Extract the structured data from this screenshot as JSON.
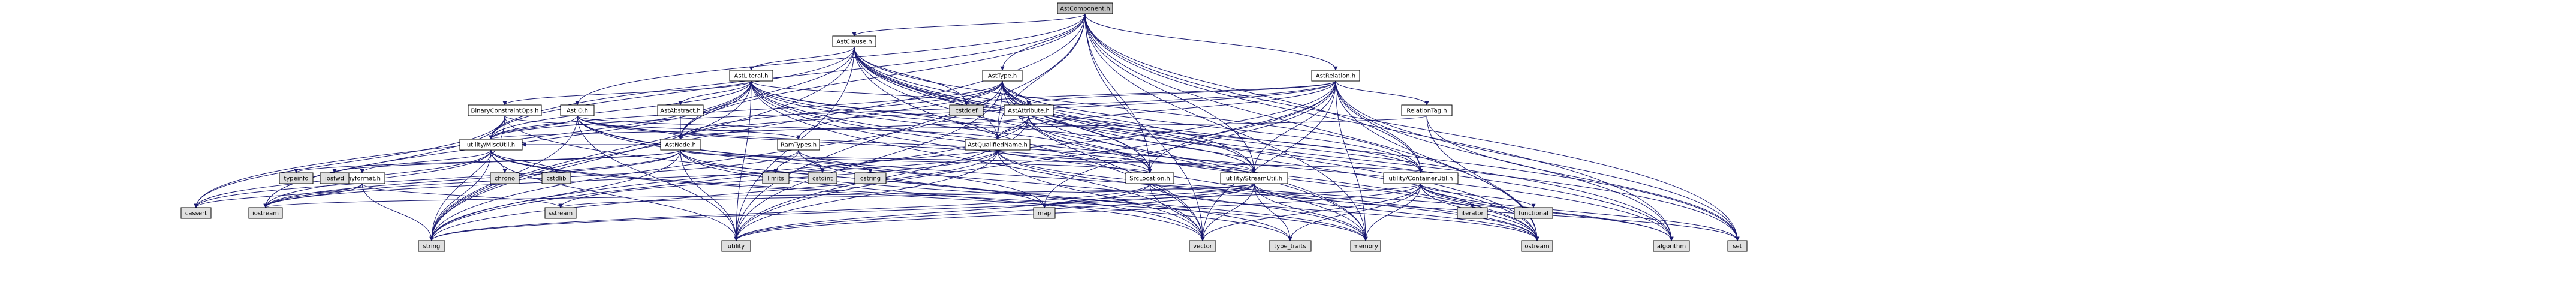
{
  "diagram": {
    "title": "AstComponent.h include dependency graph",
    "colors": {
      "root_fill": "#bfbfbf",
      "node_fill": "#ffffff",
      "gray_node_fill": "#e0e0e0",
      "edge": "#191970"
    },
    "nodes": [
      {
        "id": "AstComponent.h",
        "label": "AstComponent.h",
        "kind": "root"
      },
      {
        "id": "AstClause.h",
        "label": "AstClause.h",
        "kind": "local"
      },
      {
        "id": "AstLiteral.h",
        "label": "AstLiteral.h",
        "kind": "local"
      },
      {
        "id": "AstType.h",
        "label": "AstType.h",
        "kind": "local"
      },
      {
        "id": "AstRelation.h",
        "label": "AstRelation.h",
        "kind": "local"
      },
      {
        "id": "cstddef",
        "label": "cstddef",
        "kind": "system"
      },
      {
        "id": "AstAbstract.h",
        "label": "AstAbstract.h",
        "kind": "local"
      },
      {
        "id": "AstAttribute.h",
        "label": "AstAttribute.h",
        "kind": "local"
      },
      {
        "id": "RelationTag.h",
        "label": "RelationTag.h",
        "kind": "local"
      },
      {
        "id": "BinaryConstraintOps.h",
        "label": "BinaryConstraintOps.h",
        "kind": "local"
      },
      {
        "id": "AstIO.h",
        "label": "AstIO.h",
        "kind": "local"
      },
      {
        "id": "RamTypes.h",
        "label": "RamTypes.h",
        "kind": "local"
      },
      {
        "id": "AstQualifiedName.h",
        "label": "AstQualifiedName.h",
        "kind": "local"
      },
      {
        "id": "AstNode.h",
        "label": "AstNode.h",
        "kind": "local"
      },
      {
        "id": "utility/MiscUtil.h",
        "label": "utility/MiscUtil.h",
        "kind": "local"
      },
      {
        "id": "tinyformat.h",
        "label": "tinyformat.h",
        "kind": "local"
      },
      {
        "id": "SrcLocation.h",
        "label": "SrcLocation.h",
        "kind": "local"
      },
      {
        "id": "utility/StreamUtil.h",
        "label": "utility/StreamUtil.h",
        "kind": "local"
      },
      {
        "id": "utility/ContainerUtil.h",
        "label": "utility/ContainerUtil.h",
        "kind": "local"
      },
      {
        "id": "typeinfo",
        "label": "typeinfo",
        "kind": "system"
      },
      {
        "id": "iosfwd",
        "label": "iosfwd",
        "kind": "system"
      },
      {
        "id": "chrono",
        "label": "chrono",
        "kind": "system"
      },
      {
        "id": "cstdlib",
        "label": "cstdlib",
        "kind": "system"
      },
      {
        "id": "limits",
        "label": "limits",
        "kind": "system"
      },
      {
        "id": "cstdint",
        "label": "cstdint",
        "kind": "system"
      },
      {
        "id": "cstring",
        "label": "cstring",
        "kind": "system"
      },
      {
        "id": "cassert",
        "label": "cassert",
        "kind": "system"
      },
      {
        "id": "iostream",
        "label": "iostream",
        "kind": "system"
      },
      {
        "id": "string",
        "label": "string",
        "kind": "system"
      },
      {
        "id": "sstream",
        "label": "sstream",
        "kind": "system"
      },
      {
        "id": "utility",
        "label": "utility",
        "kind": "system"
      },
      {
        "id": "map",
        "label": "map",
        "kind": "system"
      },
      {
        "id": "vector",
        "label": "vector",
        "kind": "system"
      },
      {
        "id": "type_traits",
        "label": "type_traits",
        "kind": "system"
      },
      {
        "id": "memory",
        "label": "memory",
        "kind": "system"
      },
      {
        "id": "iterator",
        "label": "iterator",
        "kind": "system"
      },
      {
        "id": "functional",
        "label": "functional",
        "kind": "system"
      },
      {
        "id": "ostream",
        "label": "ostream",
        "kind": "system"
      },
      {
        "id": "algorithm",
        "label": "algorithm",
        "kind": "system"
      },
      {
        "id": "set",
        "label": "set",
        "kind": "system"
      }
    ],
    "edges": [
      [
        "AstComponent.h",
        "AstClause.h"
      ],
      [
        "AstComponent.h",
        "AstType.h"
      ],
      [
        "AstComponent.h",
        "AstRelation.h"
      ],
      [
        "AstComponent.h",
        "AstIO.h"
      ],
      [
        "AstComponent.h",
        "AstQualifiedName.h"
      ],
      [
        "AstComponent.h",
        "AstNode.h"
      ],
      [
        "AstComponent.h",
        "utility/MiscUtil.h"
      ],
      [
        "AstComponent.h",
        "SrcLocation.h"
      ],
      [
        "AstComponent.h",
        "utility/StreamUtil.h"
      ],
      [
        "AstComponent.h",
        "utility/ContainerUtil.h"
      ],
      [
        "AstComponent.h",
        "string"
      ],
      [
        "AstComponent.h",
        "utility"
      ],
      [
        "AstComponent.h",
        "vector"
      ],
      [
        "AstComponent.h",
        "memory"
      ],
      [
        "AstComponent.h",
        "ostream"
      ],
      [
        "AstComponent.h",
        "algorithm"
      ],
      [
        "AstComponent.h",
        "set"
      ],
      [
        "AstClause.h",
        "AstLiteral.h"
      ],
      [
        "AstClause.h",
        "AstNode.h"
      ],
      [
        "AstClause.h",
        "AstQualifiedName.h"
      ],
      [
        "AstClause.h",
        "SrcLocation.h"
      ],
      [
        "AstClause.h",
        "utility/MiscUtil.h"
      ],
      [
        "AstClause.h",
        "utility/StreamUtil.h"
      ],
      [
        "AstClause.h",
        "utility/ContainerUtil.h"
      ],
      [
        "AstClause.h",
        "string"
      ],
      [
        "AstClause.h",
        "vector"
      ],
      [
        "AstClause.h",
        "memory"
      ],
      [
        "AstClause.h",
        "ostream"
      ],
      [
        "AstClause.h",
        "algorithm"
      ],
      [
        "AstClause.h",
        "set"
      ],
      [
        "AstClause.h",
        "utility"
      ],
      [
        "AstClause.h",
        "cstddef"
      ],
      [
        "AstLiteral.h",
        "AstAbstract.h"
      ],
      [
        "AstLiteral.h",
        "AstNode.h"
      ],
      [
        "AstLiteral.h",
        "AstQualifiedName.h"
      ],
      [
        "AstLiteral.h",
        "BinaryConstraintOps.h"
      ],
      [
        "AstLiteral.h",
        "SrcLocation.h"
      ],
      [
        "AstLiteral.h",
        "utility/MiscUtil.h"
      ],
      [
        "AstLiteral.h",
        "utility/StreamUtil.h"
      ],
      [
        "AstLiteral.h",
        "utility/ContainerUtil.h"
      ],
      [
        "AstLiteral.h",
        "cstddef"
      ],
      [
        "AstLiteral.h",
        "string"
      ],
      [
        "AstLiteral.h",
        "vector"
      ],
      [
        "AstLiteral.h",
        "memory"
      ],
      [
        "AstLiteral.h",
        "utility"
      ],
      [
        "AstLiteral.h",
        "ostream"
      ],
      [
        "AstLiteral.h",
        "iostream"
      ],
      [
        "AstLiteral.h",
        "cassert"
      ],
      [
        "AstLiteral.h",
        "algorithm"
      ],
      [
        "AstType.h",
        "AstAttribute.h"
      ],
      [
        "AstType.h",
        "AstNode.h"
      ],
      [
        "AstType.h",
        "AstQualifiedName.h"
      ],
      [
        "AstType.h",
        "RamTypes.h"
      ],
      [
        "AstType.h",
        "SrcLocation.h"
      ],
      [
        "AstType.h",
        "utility/ContainerUtil.h"
      ],
      [
        "AstType.h",
        "utility/MiscUtil.h"
      ],
      [
        "AstType.h",
        "utility/StreamUtil.h"
      ],
      [
        "AstType.h",
        "cstddef"
      ],
      [
        "AstType.h",
        "string"
      ],
      [
        "AstType.h",
        "vector"
      ],
      [
        "AstType.h",
        "memory"
      ],
      [
        "AstType.h",
        "utility"
      ],
      [
        "AstType.h",
        "ostream"
      ],
      [
        "AstType.h",
        "algorithm"
      ],
      [
        "AstType.h",
        "set"
      ],
      [
        "AstRelation.h",
        "AstAttribute.h"
      ],
      [
        "AstRelation.h",
        "AstNode.h"
      ],
      [
        "AstRelation.h",
        "AstQualifiedName.h"
      ],
      [
        "AstRelation.h",
        "RelationTag.h"
      ],
      [
        "AstRelation.h",
        "SrcLocation.h"
      ],
      [
        "AstRelation.h",
        "utility/ContainerUtil.h"
      ],
      [
        "AstRelation.h",
        "utility/MiscUtil.h"
      ],
      [
        "AstRelation.h",
        "utility/StreamUtil.h"
      ],
      [
        "AstRelation.h",
        "cstddef"
      ],
      [
        "AstRelation.h",
        "string"
      ],
      [
        "AstRelation.h",
        "vector"
      ],
      [
        "AstRelation.h",
        "memory"
      ],
      [
        "AstRelation.h",
        "utility"
      ],
      [
        "AstRelation.h",
        "ostream"
      ],
      [
        "AstRelation.h",
        "algorithm"
      ],
      [
        "AstRelation.h",
        "set"
      ],
      [
        "AstRelation.h",
        "map"
      ],
      [
        "AstAbstract.h",
        "AstNode.h"
      ],
      [
        "AstAttribute.h",
        "AstNode.h"
      ],
      [
        "AstAttribute.h",
        "AstQualifiedName.h"
      ],
      [
        "AstAttribute.h",
        "SrcLocation.h"
      ],
      [
        "AstAttribute.h",
        "string"
      ],
      [
        "AstAttribute.h",
        "utility"
      ],
      [
        "AstAttribute.h",
        "ostream"
      ],
      [
        "RelationTag.h",
        "utility/MiscUtil.h"
      ],
      [
        "RelationTag.h",
        "ostream"
      ],
      [
        "RelationTag.h",
        "set"
      ],
      [
        "BinaryConstraintOps.h",
        "utility/MiscUtil.h"
      ],
      [
        "BinaryConstraintOps.h",
        "RamTypes.h"
      ],
      [
        "BinaryConstraintOps.h",
        "string"
      ],
      [
        "BinaryConstraintOps.h",
        "cassert"
      ],
      [
        "BinaryConstraintOps.h",
        "iostream"
      ],
      [
        "BinaryConstraintOps.h",
        "vector"
      ],
      [
        "AstIO.h",
        "AstNode.h"
      ],
      [
        "AstIO.h",
        "AstQualifiedName.h"
      ],
      [
        "AstIO.h",
        "SrcLocation.h"
      ],
      [
        "AstIO.h",
        "utility/MiscUtil.h"
      ],
      [
        "AstIO.h",
        "utility/StreamUtil.h"
      ],
      [
        "AstIO.h",
        "map"
      ],
      [
        "AstIO.h",
        "string"
      ],
      [
        "AstIO.h",
        "utility"
      ],
      [
        "AstIO.h",
        "memory"
      ],
      [
        "AstIO.h",
        "ostream"
      ],
      [
        "RamTypes.h",
        "limits"
      ],
      [
        "RamTypes.h",
        "cstdint"
      ],
      [
        "RamTypes.h",
        "cstring"
      ],
      [
        "RamTypes.h",
        "type_traits"
      ],
      [
        "RamTypes.h",
        "iostream"
      ],
      [
        "AstQualifiedName.h",
        "utility/StreamUtil.h"
      ],
      [
        "AstQualifiedName.h",
        "string"
      ],
      [
        "AstQualifiedName.h",
        "vector"
      ],
      [
        "AstQualifiedName.h",
        "utility"
      ],
      [
        "AstQualifiedName.h",
        "ostream"
      ],
      [
        "AstQualifiedName.h",
        "algorithm"
      ],
      [
        "AstQualifiedName.h",
        "sstream"
      ],
      [
        "AstQualifiedName.h",
        "iostream"
      ],
      [
        "AstNode.h",
        "SrcLocation.h"
      ],
      [
        "AstNode.h",
        "utility/ContainerUtil.h"
      ],
      [
        "AstNode.h",
        "utility/MiscUtil.h"
      ],
      [
        "AstNode.h",
        "typeinfo"
      ],
      [
        "AstNode.h",
        "iosfwd"
      ],
      [
        "AstNode.h",
        "memory"
      ],
      [
        "AstNode.h",
        "string"
      ],
      [
        "AstNode.h",
        "utility"
      ],
      [
        "AstNode.h",
        "vector"
      ],
      [
        "AstNode.h",
        "cassert"
      ],
      [
        "AstNode.h",
        "iostream"
      ],
      [
        "AstNode.h",
        "map"
      ],
      [
        "utility/MiscUtil.h",
        "tinyformat.h"
      ],
      [
        "utility/MiscUtil.h",
        "chrono"
      ],
      [
        "utility/MiscUtil.h",
        "cstdlib"
      ],
      [
        "utility/MiscUtil.h",
        "cassert"
      ],
      [
        "utility/MiscUtil.h",
        "iostream"
      ],
      [
        "utility/MiscUtil.h",
        "string"
      ],
      [
        "utility/MiscUtil.h",
        "utility"
      ],
      [
        "utility/MiscUtil.h",
        "type_traits"
      ],
      [
        "utility/MiscUtil.h",
        "memory"
      ],
      [
        "tinyformat.h",
        "cassert"
      ],
      [
        "tinyformat.h",
        "iostream"
      ],
      [
        "tinyformat.h",
        "sstream"
      ],
      [
        "tinyformat.h",
        "string"
      ],
      [
        "SrcLocation.h",
        "string"
      ],
      [
        "SrcLocation.h",
        "utility"
      ],
      [
        "SrcLocation.h",
        "vector"
      ],
      [
        "SrcLocation.h",
        "ostream"
      ],
      [
        "utility/StreamUtil.h",
        "map"
      ],
      [
        "utility/StreamUtil.h",
        "memory"
      ],
      [
        "utility/StreamUtil.h",
        "ostream"
      ],
      [
        "utility/StreamUtil.h",
        "set"
      ],
      [
        "utility/StreamUtil.h",
        "string"
      ],
      [
        "utility/StreamUtil.h",
        "type_traits"
      ],
      [
        "utility/StreamUtil.h",
        "utility"
      ],
      [
        "utility/StreamUtil.h",
        "vector"
      ],
      [
        "utility/StreamUtil.h",
        "iostream"
      ],
      [
        "utility/StreamUtil.h",
        "sstream"
      ],
      [
        "utility/ContainerUtil.h",
        "algorithm"
      ],
      [
        "utility/ContainerUtil.h",
        "functional"
      ],
      [
        "utility/ContainerUtil.h",
        "iterator"
      ],
      [
        "utility/ContainerUtil.h",
        "map"
      ],
      [
        "utility/ContainerUtil.h",
        "memory"
      ],
      [
        "utility/ContainerUtil.h",
        "set"
      ],
      [
        "utility/ContainerUtil.h",
        "utility"
      ],
      [
        "utility/ContainerUtil.h",
        "vector"
      ],
      [
        "utility/ContainerUtil.h",
        "type_traits"
      ],
      [
        "utility/ContainerUtil.h",
        "ostream"
      ]
    ]
  }
}
